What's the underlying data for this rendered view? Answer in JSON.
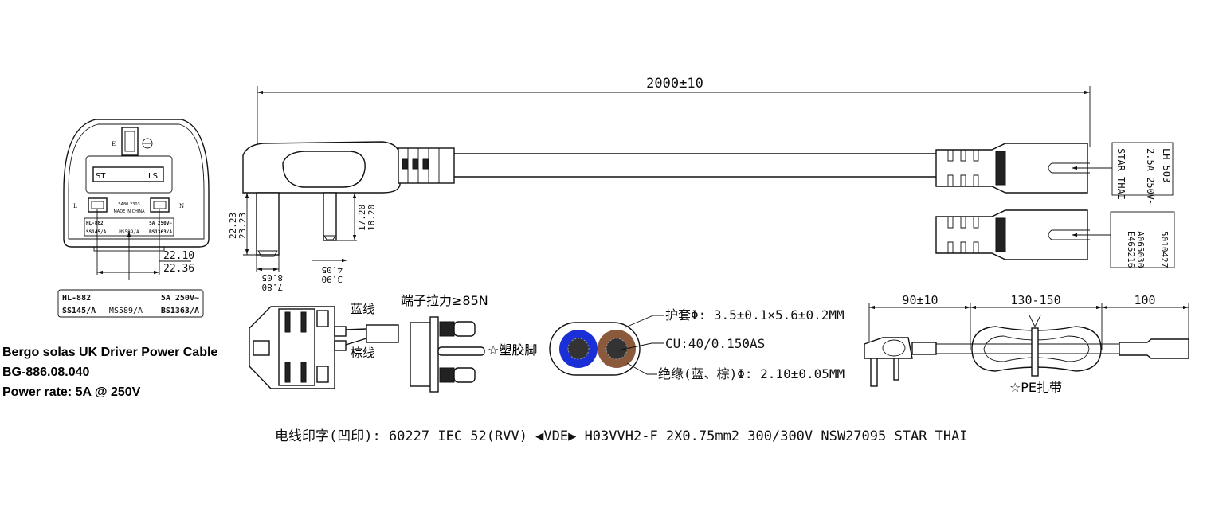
{
  "caption": {
    "title": "Bergo solas UK Driver Power Cable",
    "part_number": "BG-886.08.040",
    "power_rate": "Power rate: 5A @ 250V"
  },
  "dimensions": {
    "overall_length": "2000±10",
    "pin_long_a": "22.23",
    "pin_long_b": "23.23",
    "pin_short_a": "17.20",
    "pin_short_b": "18.20",
    "pin_width_a": "7.80",
    "pin_width_b": "8.05",
    "pin_small_a": "3.90",
    "pin_small_b": "4.05",
    "pin_spacing_a": "22.10",
    "pin_spacing_b": "22.36"
  },
  "plug_front": {
    "earth": "E",
    "live": "L",
    "neutral": "N",
    "fuse_left": "ST",
    "fuse_right": "LS",
    "approval": "SA80 2303",
    "made_in": "MADE IN CHINA"
  },
  "plug_label": {
    "model": "HL-882",
    "rating": "5A 250V~",
    "std1": "SS145/A",
    "std2": "MS589/A",
    "std3": "BS1363/A"
  },
  "connector_label_1": {
    "model": "LH-503",
    "rating": "2.5A 250V~",
    "maker": "STAR THAI"
  },
  "connector_label_2": {
    "code1": "5010427",
    "code2": "A065030",
    "code3": "E465216"
  },
  "plug_internal": {
    "blue_wire": "蓝线",
    "brown_wire": "棕线",
    "terminal_pull": "端子拉力≥85N",
    "plastic_pin": "☆塑胶脚"
  },
  "cable_section": {
    "sheath": "护套Φ: 3.5±0.1×5.6±0.2MM",
    "conductor": "CU:40/0.150AS",
    "insulation": "绝缘(蓝、棕)Φ: 2.10±0.05MM",
    "colors": {
      "blue": "#1a2fd6",
      "brown": "#8b5a3c"
    }
  },
  "coil": {
    "dim_plug": "90±10",
    "dim_coil": "130-150",
    "dim_end": "100",
    "tie": "☆PE扎带"
  },
  "marking": "电线印字(凹印): 60227 IEC 52(RVV)  ◀VDE▶  H03VVH2-F 2X0.75mm2 300/300V NSW27095 STAR THAI"
}
